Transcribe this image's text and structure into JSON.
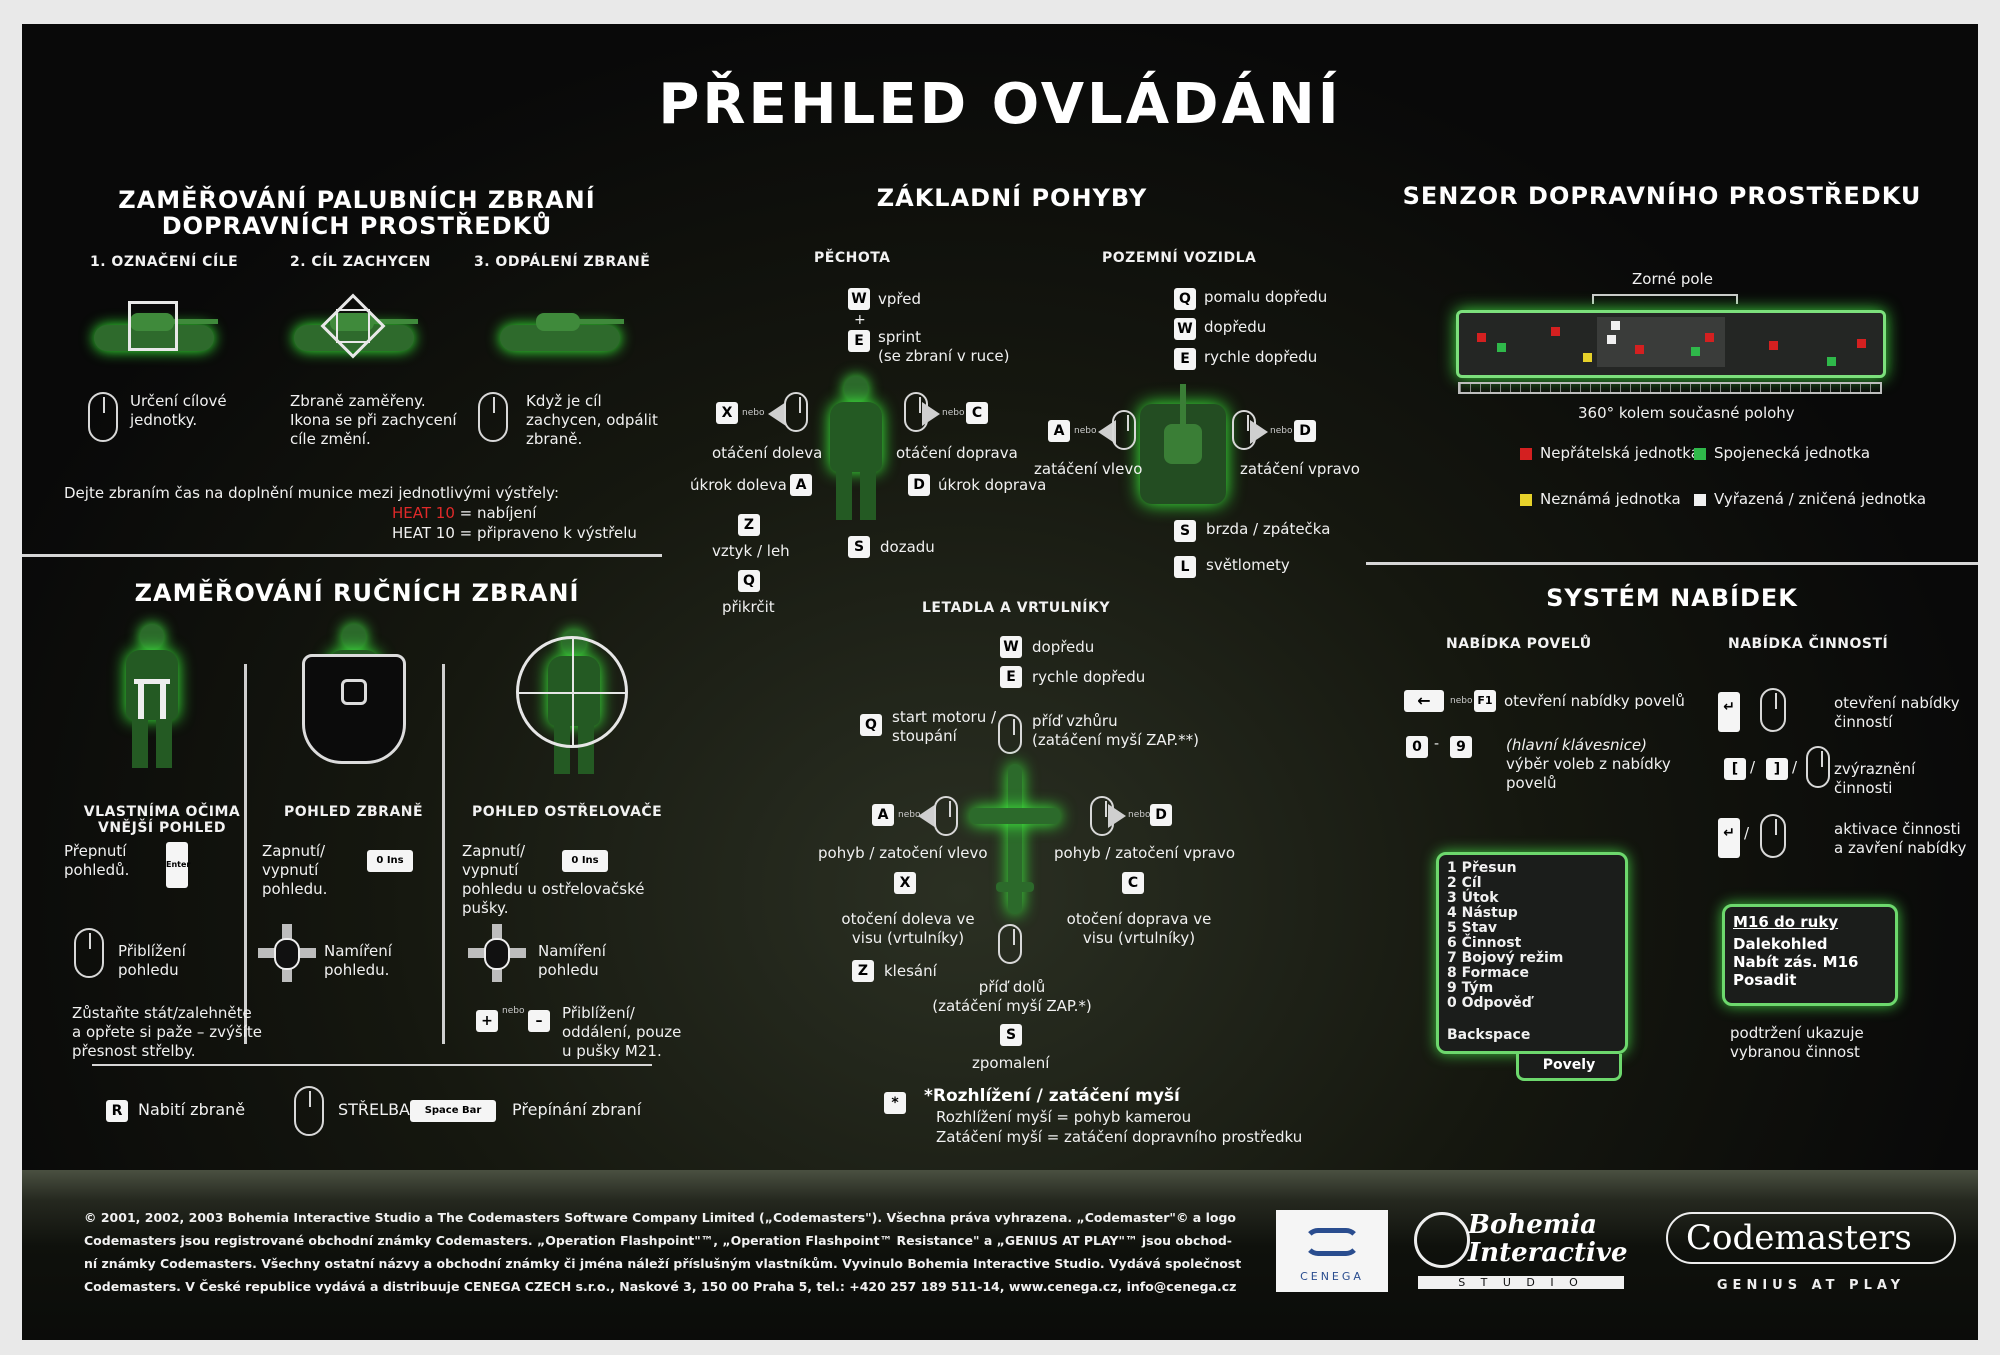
{
  "title": "PŘEHLED OVLÁDÁNÍ",
  "vehicle_weapons": {
    "heading_line1": "ZAMĚŘOVÁNÍ PALUBNÍCH ZBRANÍ",
    "heading_line2": "DOPRAVNÍCH PROSTŘEDKŮ",
    "steps": [
      "1. OZNAČENÍ CÍLE",
      "2. CÍL ZACHYCEN",
      "3. ODPÁLENÍ ZBRANĚ"
    ],
    "step_desc": [
      [
        "Určení cílové",
        "jednotky."
      ],
      [
        "Zbraně zaměřeny.",
        "Ikona se při zachycení",
        "cíle změní."
      ],
      [
        "Když je cíl",
        "zachycen, odpálit",
        "zbraně."
      ]
    ],
    "reload_note": "Dejte zbraním čas na doplnění munice mezi jednotlivými výstřely:",
    "heat_red": "HEAT 10",
    "heat_red_tail": " = nabíjení",
    "heat_white": "HEAT 10 = připraveno k výstřelu"
  },
  "hand_weapons": {
    "heading": "ZAMĚŘOVÁNÍ RUČNÍCH ZBRANÍ",
    "col1_title_l1": "VLASTNÍMA OČIMA",
    "col1_title_l2": "VNĚJŠÍ POHLED",
    "col1_text": [
      "Přepnutí",
      "pohledů."
    ],
    "col1_key": "Enter",
    "col1_zoom": [
      "Přiblížení",
      "pohledu"
    ],
    "col1_note": [
      "Zůstaňte stát/zalehněte",
      "a opřete si paže – zvýšíte",
      "přesnost střelby."
    ],
    "col2_title": "POHLED ZBRANĚ",
    "col2_text": [
      "Zapnutí/",
      "vypnutí",
      "pohledu."
    ],
    "col2_key": "0 Ins",
    "col2_aim": [
      "Namíření",
      "pohledu."
    ],
    "col3_title": "POHLED OSTŘELOVAČE",
    "col3_text": [
      "Zapnutí/",
      "vypnutí",
      "pohledu u ostřelovačské",
      "pušky."
    ],
    "col3_key": "0 Ins",
    "col3_aim": [
      "Namíření",
      "pohledu"
    ],
    "col3_zoom": [
      "Přiblížení/",
      "oddálení, pouze",
      "u pušky M21."
    ],
    "plus": "+",
    "minus": "–",
    "nebo": "nebo",
    "reload_key": "R",
    "reload_label": "Nabití zbraně",
    "fire_label": "STŘELBA",
    "space_key": "Space Bar",
    "switch_label": "Přepínání zbraní"
  },
  "basic_moves": {
    "heading": "ZÁKLADNÍ POHYBY",
    "infantry": {
      "heading": "PĚCHOTA",
      "w": "W",
      "w_label": "vpřed",
      "plus": "+",
      "e": "E",
      "e_label_l1": "sprint",
      "e_label_l2": "(se zbraní v ruce)",
      "x": "X",
      "x_label": "otáčení doleva",
      "c": "C",
      "c_label": "otáčení doprava",
      "a": "A",
      "a_label": "úkrok doleva",
      "d": "D",
      "d_label": "úkrok doprava",
      "z": "Z",
      "z_label": "vztyk / leh",
      "s": "S",
      "s_label": "dozadu",
      "q": "Q",
      "q_label": "přikrčit",
      "nebo": "nebo"
    },
    "ground": {
      "heading": "POZEMNÍ VOZIDLA",
      "q": "Q",
      "q_label": "pomalu dopředu",
      "w": "W",
      "w_label": "dopředu",
      "e": "E",
      "e_label": "rychle dopředu",
      "a": "A",
      "a_label": "zatáčení vlevo",
      "d": "D",
      "d_label": "zatáčení vpravo",
      "s": "S",
      "s_label": "brzda / zpátečka",
      "l": "L",
      "l_label": "světlomety",
      "nebo": "nebo"
    },
    "air": {
      "heading": "LETADLA A VRTULNÍKY",
      "w": "W",
      "w_label": "dopředu",
      "e": "E",
      "e_label": "rychle dopředu",
      "q": "Q",
      "q_label_l1": "start motoru /",
      "q_label_l2": "stoupání",
      "up_l1": "příď vzhůru",
      "up_l2": "(zatáčení myší ZAP.**)",
      "a": "A",
      "a_label": "pohyb / zatočení vlevo",
      "d": "D",
      "d_label": "pohyb / zatočení vpravo",
      "x": "X",
      "x_label_l1": "otočení doleva ve",
      "x_label_l2": "visu (vrtulníky)",
      "c": "C",
      "c_label_l1": "otočení doprava ve",
      "c_label_l2": "visu (vrtulníky)",
      "z": "Z",
      "z_label": "klesání",
      "down_l1": "příď dolů",
      "down_l2": "(zatáčení myší ZAP.*)",
      "s": "S",
      "s_label": "zpomalení",
      "nebo": "nebo"
    },
    "footnote_key": "*",
    "footnote_title": "*Rozhlížení / zatáčení myší",
    "footnote_l1": "Rozhlížení myší = pohyb kamerou",
    "footnote_l2": "Zatáčení myší = zatáčení dopravního prostředku"
  },
  "sensor": {
    "heading": "SENZOR DOPRAVNÍHO PROSTŘEDKU",
    "field_label": "Zorné pole",
    "range_label": "360° kolem současné polohy",
    "legend": [
      {
        "label": "Nepřátelská jednotka",
        "color": "#d42020"
      },
      {
        "label": "Spojenecká jednotka",
        "color": "#2fb84a"
      },
      {
        "label": "Neznámá jednotka",
        "color": "#e6d12a"
      },
      {
        "label": "Vyřazená / zničená jednotka",
        "color": "#f0f0f0"
      }
    ]
  },
  "menus": {
    "heading": "SYSTÉM NABÍDEK",
    "command_heading": "NABÍDKA POVELŮ",
    "action_heading": "NABÍDKA ČINNOSTÍ",
    "backspace_key": "←",
    "nebo": "nebo",
    "f1_key": "F1",
    "open_command": "otevření nabídky povelů",
    "key0": "0",
    "dash": "-",
    "key9": "9",
    "select_l1": "(hlavní klávesnice)",
    "select_l2": "výběr voleb z nabídky",
    "select_l3": "povelů",
    "command_list": [
      "1 Přesun",
      "2 Cíl",
      "3 Útok",
      "4 Nástup",
      "5 Stav",
      "6 Činnost",
      "7 Bojový režim",
      "8 Formace",
      "9 Tým",
      "0 Odpověď"
    ],
    "command_backspace": "Backspace",
    "command_tab": "Povely",
    "enter_key": "↵",
    "open_action_l1": "otevření nabídky",
    "open_action_l2": "činností",
    "bracket_l": "[",
    "bracket_r": "]",
    "slash": "/",
    "highlight_action": "zvýraznění činnosti",
    "activate_l1": "aktivace činnosti",
    "activate_l2": "a zavření nabídky",
    "action_list_selected": "M16 do ruky",
    "action_list": [
      "Dalekohled",
      "Nabít zás. M16",
      "Posadit"
    ],
    "underline_note_l1": "podtržení ukazuje",
    "underline_note_l2": "vybranou činnost"
  },
  "footer": {
    "copyright": [
      "© 2001, 2002, 2003 Bohemia Interactive Studio a The Codemasters Software Company Limited („Codemasters\"). Všechna práva vyhrazena. „Codemaster\"© a logo",
      "Codemasters jsou registrované obchodní známky Codemasters. „Operation Flashpoint\"™, „Operation Flashpoint™ Resistance\" a „GENIUS AT PLAY\"™ jsou obchod-",
      "ní známky Codemasters. Všechny ostatní názvy a obchodní známky či jména náleží příslušným vlastníkům. Vyvinulo Bohemia Interactive Studio. Vydává společnost",
      "Codemasters. V České republice vydává a distribuuje CENEGA CZECH s.r.o., Naskové 3, 150 00 Praha 5, tel.: +420 257 189 511-14, www.cenega.cz, info@cenega.cz"
    ],
    "cenega": "CENEGA",
    "bohemia_l1": "Bohemia",
    "bohemia_l2": "Interactive",
    "bohemia_studio": "S T U D I O",
    "codemasters": "Codemasters",
    "genius": "GENIUS AT PLAY"
  }
}
